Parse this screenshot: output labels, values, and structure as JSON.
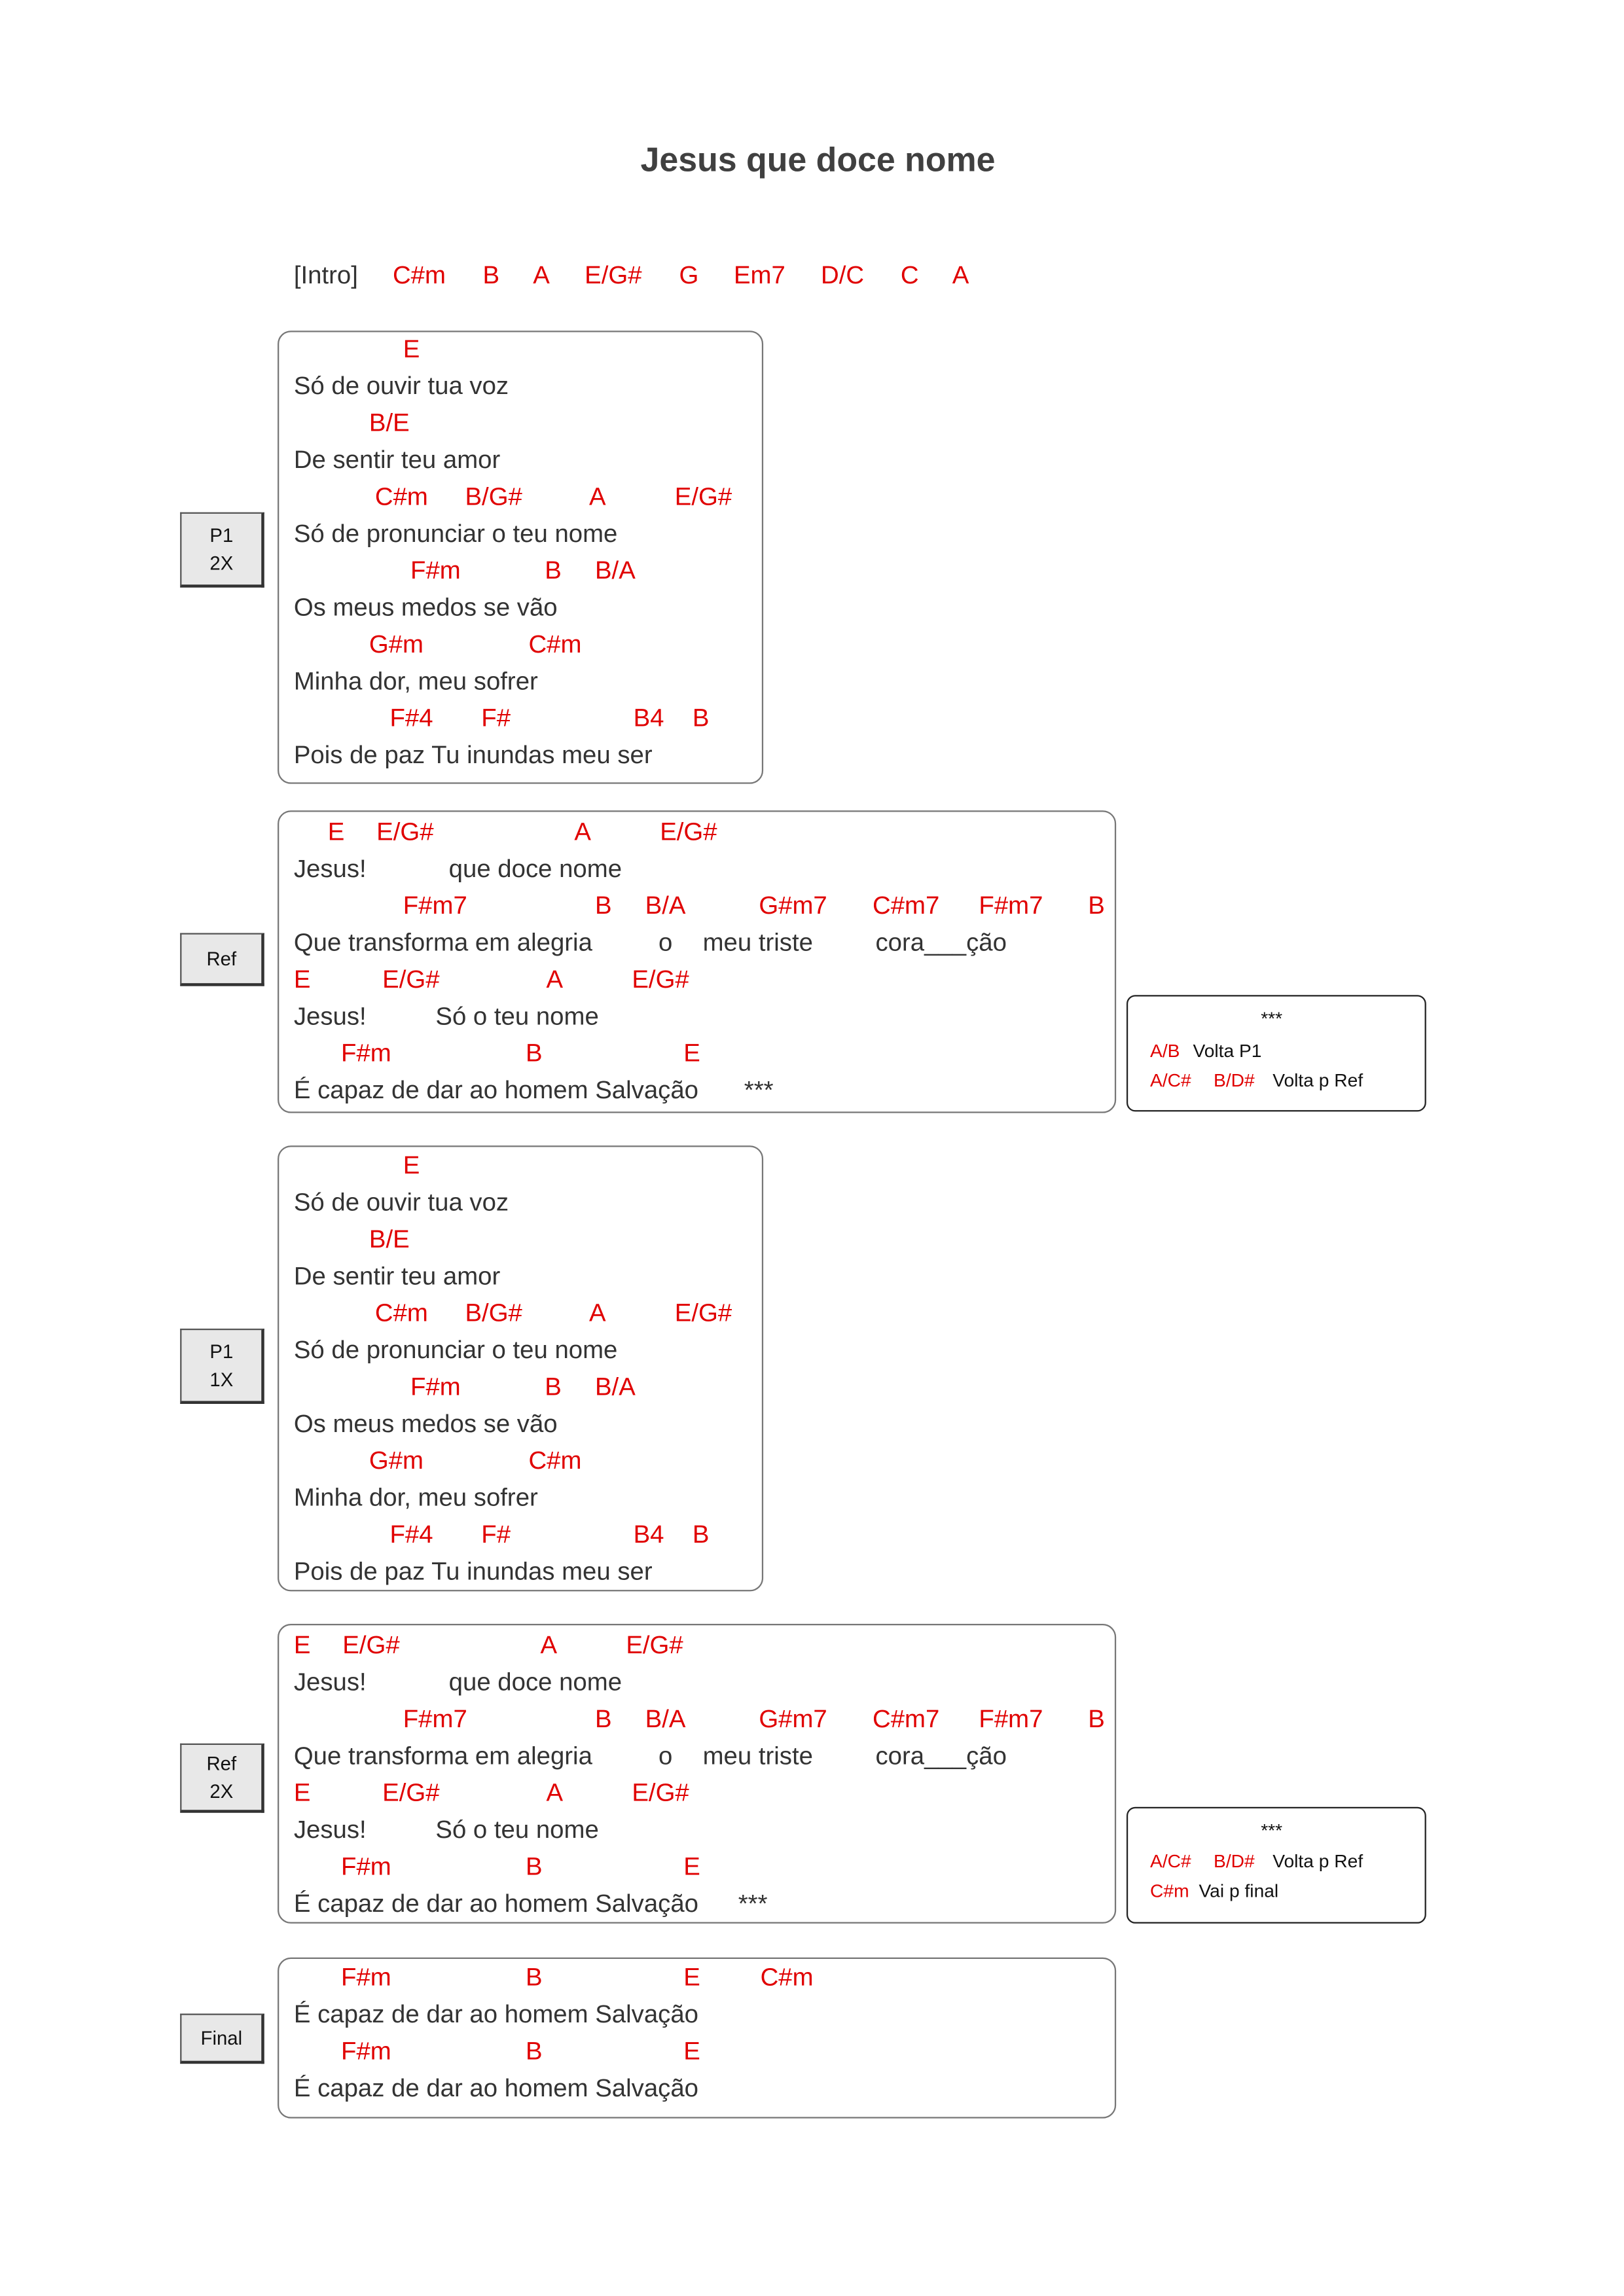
{
  "title": "Jesus que doce nome",
  "intro": {
    "label": "[Intro]",
    "chords": [
      "C#m",
      "B",
      "A",
      "E/G#",
      "G",
      "Em7",
      "D/C",
      "C",
      "A"
    ]
  },
  "p1a": {
    "tag": [
      "P1",
      "2X"
    ],
    "chords": [
      [
        "E"
      ],
      [
        "B/E"
      ],
      [
        "C#m",
        "B/G#",
        "A",
        "E/G#"
      ],
      [
        "F#m",
        "B",
        "B/A"
      ],
      [
        "G#m",
        "C#m"
      ],
      [
        "F#4",
        "F#",
        "B4",
        "B"
      ]
    ],
    "lyrics": [
      [
        "Só de ouvir tua voz"
      ],
      [
        "De sentir teu amor"
      ],
      [
        "Só de pronunciar o teu nome"
      ],
      [
        "Os meus medos se vão"
      ],
      [
        "Minha dor, meu sofrer"
      ],
      [
        "Pois de paz Tu inundas meu ser"
      ]
    ]
  },
  "ref1": {
    "tag": [
      "Ref"
    ],
    "chords": [
      [
        "E",
        "E/G#",
        "A",
        "E/G#"
      ],
      [
        "F#m7",
        "B",
        "B/A",
        "G#m7",
        "C#m7",
        "F#m7",
        "B"
      ],
      [
        "E",
        "E/G#",
        "A",
        "E/G#"
      ],
      [
        "F#m",
        "B",
        "E"
      ]
    ],
    "lyrics": [
      [
        "Jesus!",
        "que doce nome"
      ],
      [
        "Que transforma em alegria",
        "o",
        "meu triste",
        "cora___ção"
      ],
      [
        "Jesus!",
        "Só o teu nome"
      ],
      [
        "É capaz de dar ao homem Salvação",
        "***"
      ]
    ]
  },
  "note1": {
    "title": "***",
    "rows": [
      {
        "chords": [
          "A/B"
        ],
        "text": "Volta P1"
      },
      {
        "chords": [
          "A/C#",
          "B/D#"
        ],
        "text": "Volta p Ref"
      }
    ]
  },
  "p1b": {
    "tag": [
      "P1",
      "1X"
    ],
    "chords": [
      [
        "E"
      ],
      [
        "B/E"
      ],
      [
        "C#m",
        "B/G#",
        "A",
        "E/G#"
      ],
      [
        "F#m",
        "B",
        "B/A"
      ],
      [
        "G#m",
        "C#m"
      ],
      [
        "F#4",
        "F#",
        "B4",
        "B"
      ]
    ],
    "lyrics": [
      [
        "Só de ouvir tua voz"
      ],
      [
        "De sentir teu amor"
      ],
      [
        "Só de pronunciar o teu nome"
      ],
      [
        "Os meus medos se vão"
      ],
      [
        "Minha dor, meu sofrer"
      ],
      [
        "Pois de paz Tu inundas meu ser"
      ]
    ]
  },
  "ref2": {
    "tag": [
      "Ref",
      "2X"
    ],
    "chords": [
      [
        "E",
        "E/G#",
        "A",
        "E/G#"
      ],
      [
        "F#m7",
        "B",
        "B/A",
        "G#m7",
        "C#m7",
        "F#m7",
        "B"
      ],
      [
        "E",
        "E/G#",
        "A",
        "E/G#"
      ],
      [
        "F#m",
        "B",
        "E"
      ]
    ],
    "lyrics": [
      [
        "Jesus!",
        "que doce nome"
      ],
      [
        "Que transforma em alegria",
        "o",
        "meu triste",
        "cora___ção"
      ],
      [
        "Jesus!",
        "Só o teu nome"
      ],
      [
        "É capaz de dar ao homem Salvação",
        "***"
      ]
    ]
  },
  "note2": {
    "title": "***",
    "rows": [
      {
        "chords": [
          "A/C#",
          "B/D#"
        ],
        "text": "Volta p Ref"
      },
      {
        "chords": [
          "C#m"
        ],
        "text": "Vai p final"
      }
    ]
  },
  "final": {
    "tag": [
      "Final"
    ],
    "chords": [
      [
        "F#m",
        "B",
        "E",
        "C#m"
      ],
      [
        "F#m",
        "B",
        "E"
      ]
    ],
    "lyrics": [
      [
        "É capaz de dar ao homem Salvação"
      ],
      [
        "É capaz de dar ao homem Salvação"
      ]
    ]
  }
}
